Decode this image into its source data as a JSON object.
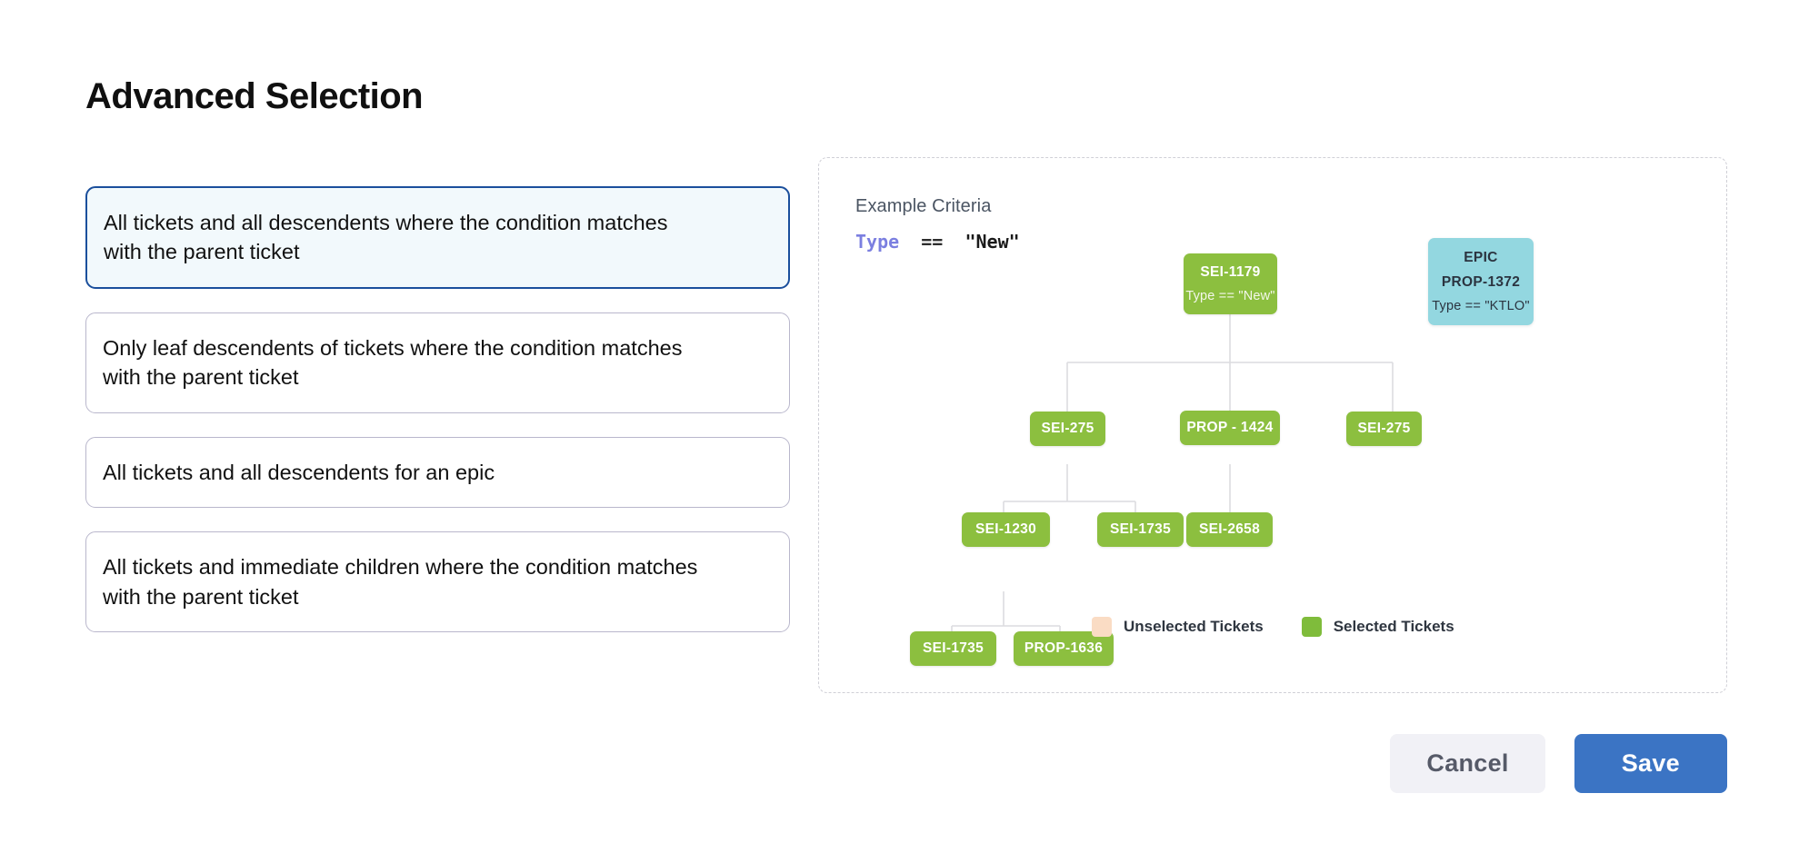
{
  "page": {
    "title": "Advanced Selection"
  },
  "options": [
    {
      "label": "All tickets and all descendents where the condition matches with the parent ticket",
      "selected": true
    },
    {
      "label": "Only leaf descendents of tickets where the condition matches with the parent ticket",
      "selected": false
    },
    {
      "label": "All tickets and all descendents for an epic",
      "selected": false
    },
    {
      "label": "All tickets and immediate children where the condition matches with the parent ticket",
      "selected": false
    }
  ],
  "diagram": {
    "criteria_label": "Example Criteria",
    "criteria": {
      "key": "Type",
      "operator": "==",
      "value": "\"New\""
    },
    "nodes": {
      "root": {
        "id": "SEI-1179",
        "condition": "Type == \"New\""
      },
      "epic": {
        "kind": "EPIC",
        "id": "PROP-1372",
        "condition": "Type == \"KTLO\""
      },
      "r2c1": {
        "id": "SEI-275"
      },
      "r2c2": {
        "id": "PROP - 1424"
      },
      "r2c3": {
        "id": "SEI-275"
      },
      "r3c1": {
        "id": "SEI-1230"
      },
      "r3c2": {
        "id": "SEI-1735"
      },
      "r3c3": {
        "id": "SEI-2658"
      },
      "r4c1": {
        "id": "SEI-1735"
      },
      "r4c2": {
        "id": "PROP-1636"
      }
    },
    "legend": [
      {
        "label": "Unselected Tickets",
        "color": "#fadcc4"
      },
      {
        "label": "Selected Tickets",
        "color": "#7fbc3b"
      }
    ]
  },
  "footer": {
    "cancel_label": "Cancel",
    "save_label": "Save"
  },
  "colors": {
    "selected_node": "#8cbf3f",
    "epic_node": "#93d7e0",
    "accent_blue": "#3b74c4",
    "selected_card_border": "#1b4f9c",
    "selected_card_bg": "#f2f9fc",
    "criteria_key": "#7b7fe0"
  }
}
